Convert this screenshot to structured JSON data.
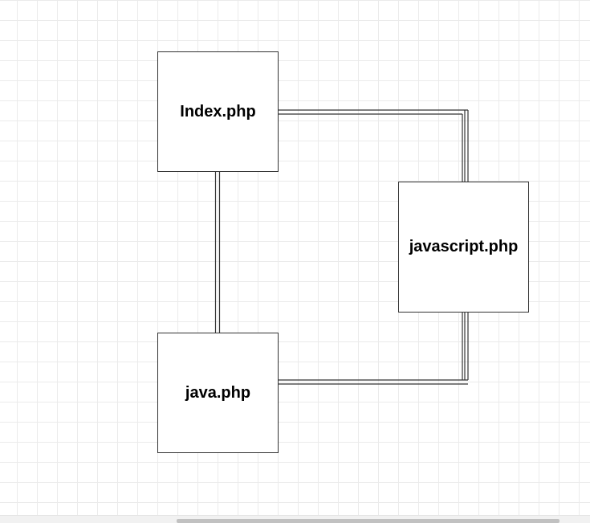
{
  "diagram": {
    "nodes": [
      {
        "id": "index",
        "label": "Index.php"
      },
      {
        "id": "javascript",
        "label": "javascript.php"
      },
      {
        "id": "java",
        "label": "java.php"
      }
    ],
    "edges": [
      {
        "from": "index",
        "to": "javascript",
        "style": "double-line"
      },
      {
        "from": "index",
        "to": "java",
        "style": "double-line"
      },
      {
        "from": "java",
        "to": "javascript",
        "style": "double-line"
      }
    ]
  },
  "colors": {
    "grid": "#ebebeb",
    "stroke": "#333333",
    "background": "#ffffff"
  }
}
